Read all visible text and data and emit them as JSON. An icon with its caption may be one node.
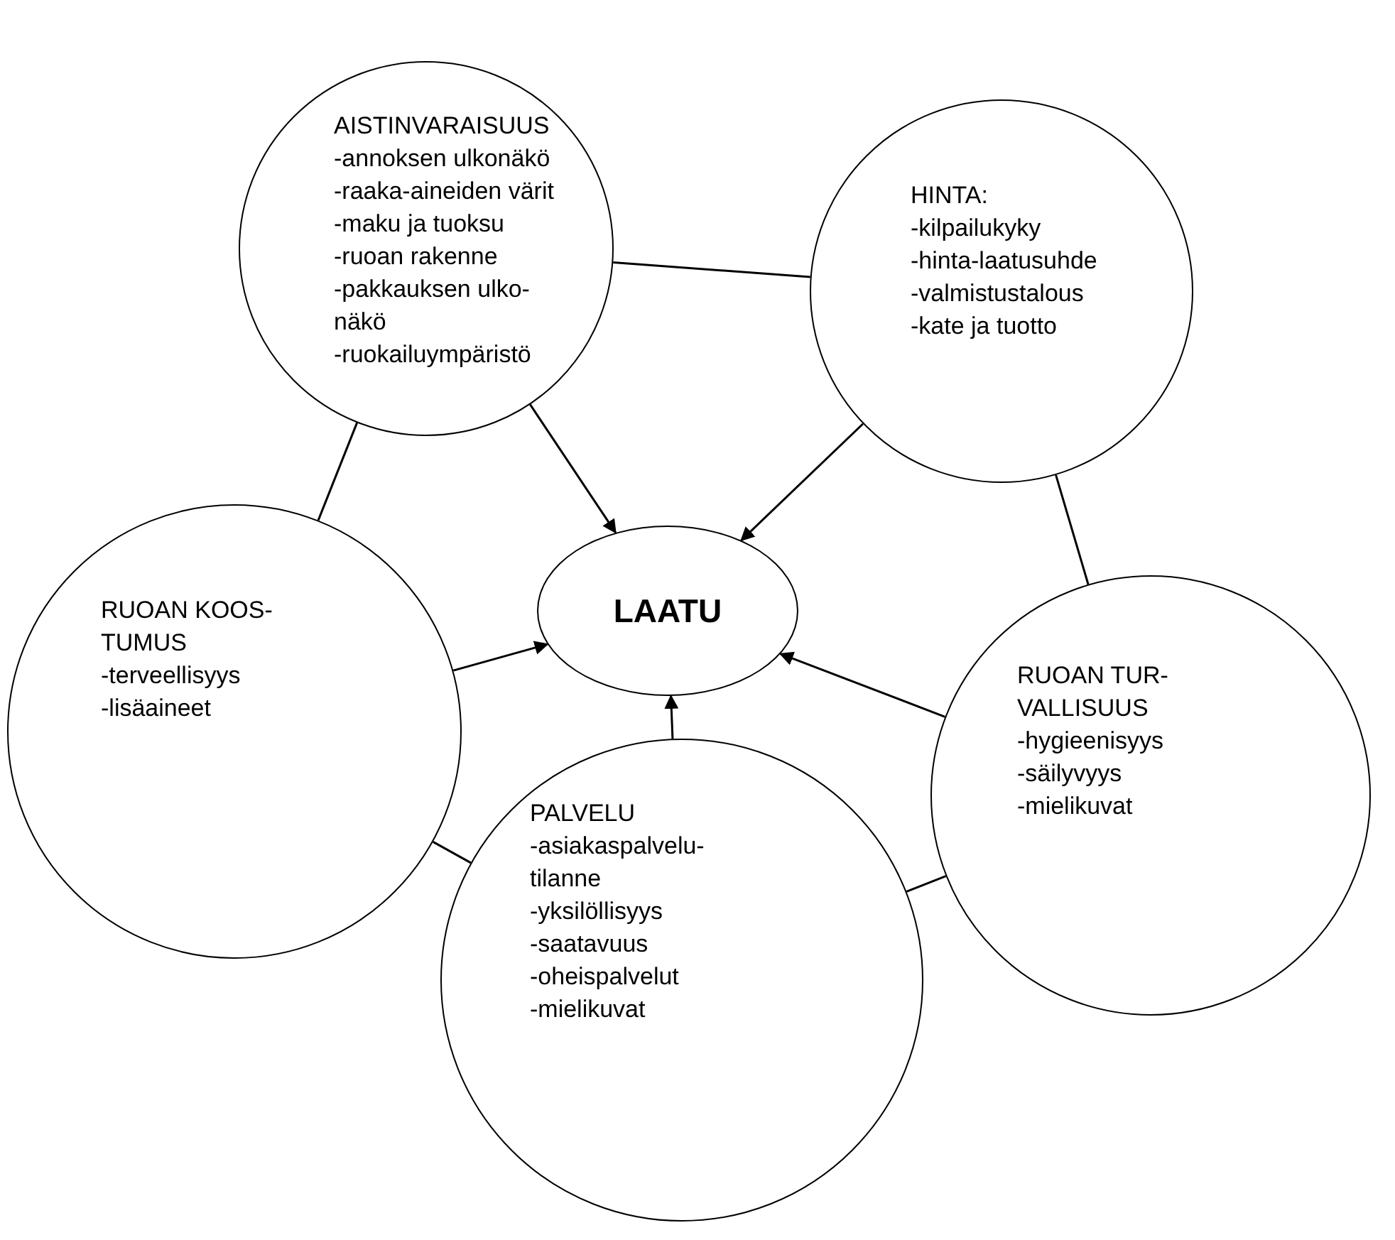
{
  "diagram": {
    "nodes": [
      {
        "text": [
          "AISTINVARAISUUS",
          "-annoksen ulkonäkö",
          "-raaka-aineiden värit",
          "-maku ja tuoksu",
          "-ruoan rakenne",
          "-pakkauksen ulko- näkö",
          "-ruokailuympäristö"
        ]
      },
      {
        "text": [
          "HINTA:",
          "-kilpailukyky",
          "-hinta-laatusuhde",
          "-valmistustalous",
          "-kate ja tuotto"
        ]
      },
      {
        "text": [
          "RUOAN KOOS- TUMUS",
          "-terveellisyys",
          "-lisäaineet"
        ]
      },
      {
        "text": [
          "LAATU"
        ]
      },
      {
        "text": [
          "RUOAN TUR- VALLISUUS",
          "-hygieenisyys",
          "-säilyvyys",
          "-mielikuvat"
        ]
      },
      {
        "text": [
          "PALVELU",
          "-asiakaspalvelu- tilanne",
          "-yksilöllisyys",
          "-saatavuus",
          "-oheispalvelut",
          "-mielikuvat"
        ]
      }
    ],
    "edges": [
      {
        "from": 0,
        "to": 3,
        "arrow": "to"
      },
      {
        "from": 1,
        "to": 3,
        "arrow": "to"
      },
      {
        "from": 2,
        "to": 3,
        "arrow": "to"
      },
      {
        "from": 4,
        "to": 3,
        "arrow": "to"
      },
      {
        "from": 5,
        "to": 3,
        "arrow": "to"
      },
      {
        "from": 0,
        "to": 1,
        "arrow": "none"
      },
      {
        "from": 0,
        "to": 2,
        "arrow": "none"
      },
      {
        "from": 1,
        "to": 4,
        "arrow": "none"
      },
      {
        "from": 2,
        "to": 5,
        "arrow": "none"
      },
      {
        "from": 5,
        "to": 4,
        "arrow": "none"
      }
    ]
  }
}
